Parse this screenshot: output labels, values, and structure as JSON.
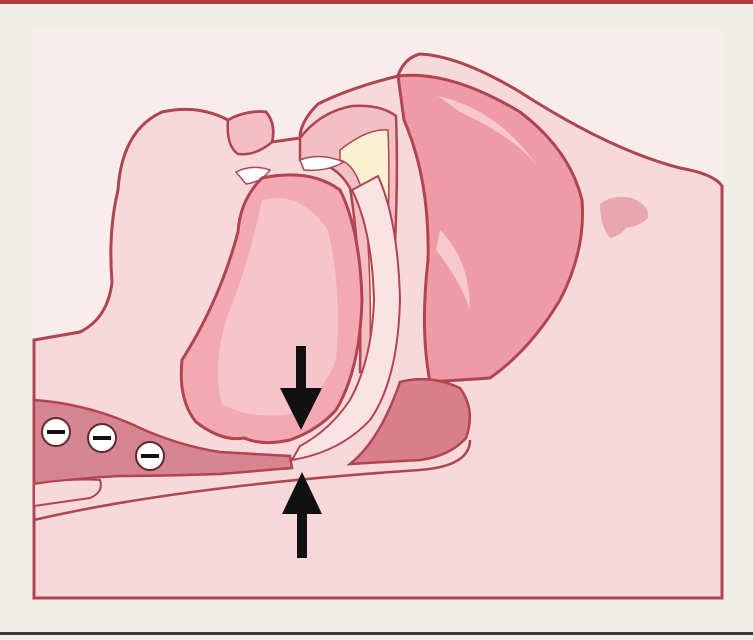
{
  "figure": {
    "subject": "upper-airway-cross-section",
    "palette": {
      "background": "#f1eee8",
      "panel": "#f9ecec",
      "outline": "#b0454f",
      "tissue_light": "#f6cdd1",
      "tissue_mid": "#e8a6ad",
      "tissue_dark": "#c9707b",
      "teeth": "#fbf1d2",
      "arrows": "#111111",
      "top_rule": "#b23a3f",
      "bottom_rule": "#3a3a3a"
    },
    "pressure_symbols": {
      "symbol": "−",
      "count": 3
    },
    "arrows": {
      "count": 2,
      "directions": [
        "down",
        "up"
      ]
    }
  }
}
